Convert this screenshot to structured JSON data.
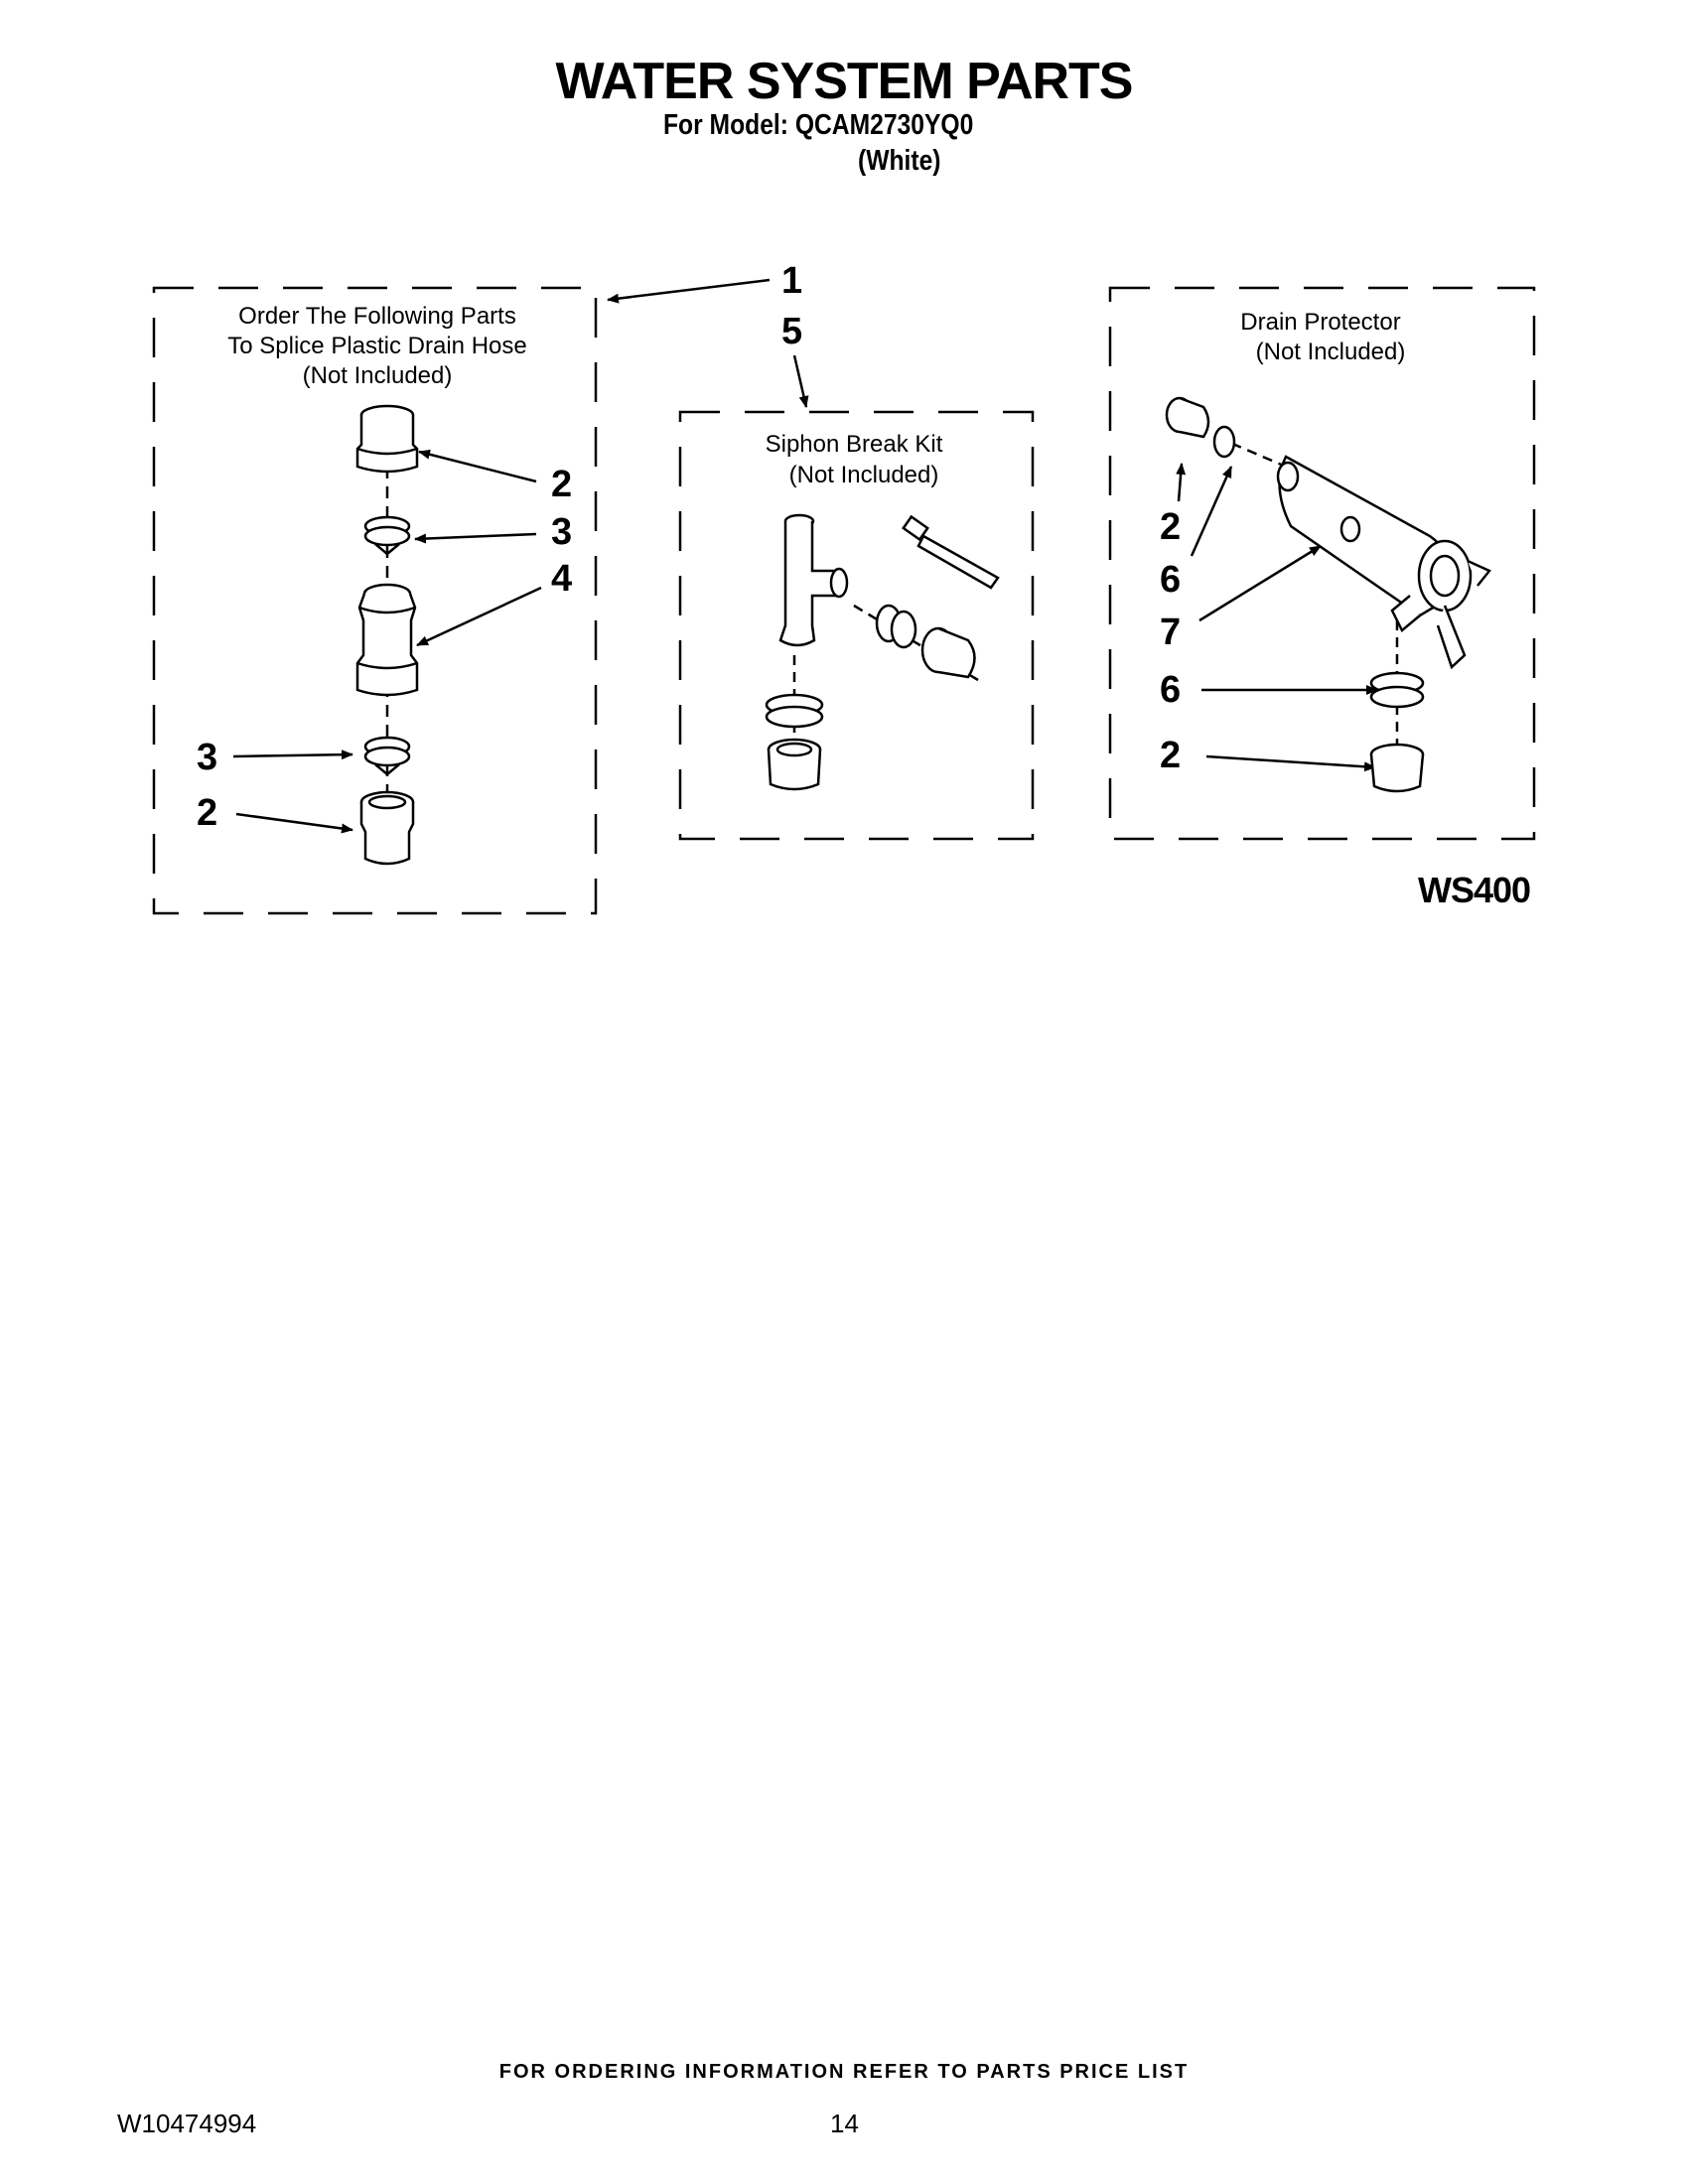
{
  "header": {
    "title": "WATER SYSTEM PARTS",
    "model_line": "For Model: QCAM2730YQ0",
    "color_line": "(White)"
  },
  "groups": {
    "splice": {
      "caption_line1": "Order The Following Parts",
      "caption_line2": "To Splice Plastic Drain Hose",
      "caption_line3": "(Not Included)"
    },
    "siphon": {
      "caption_line1": "Siphon Break Kit",
      "caption_line2": "(Not Included)"
    },
    "drain_protector": {
      "caption_line1": "Drain Protector",
      "caption_line2": "(Not Included)"
    }
  },
  "callouts": {
    "c1": "1",
    "c5": "5",
    "splice_2_top": "2",
    "splice_3_top": "3",
    "splice_4": "4",
    "splice_3_bottom": "3",
    "splice_2_bottom": "2",
    "dp_2_top": "2",
    "dp_6_top": "6",
    "dp_7": "7",
    "dp_6_bottom": "6",
    "dp_2_bottom": "2"
  },
  "figure_code": "WS400",
  "footer": {
    "note": "FOR ORDERING INFORMATION REFER TO PARTS PRICE LIST",
    "doc_number": "W10474994",
    "page_number": "14"
  }
}
